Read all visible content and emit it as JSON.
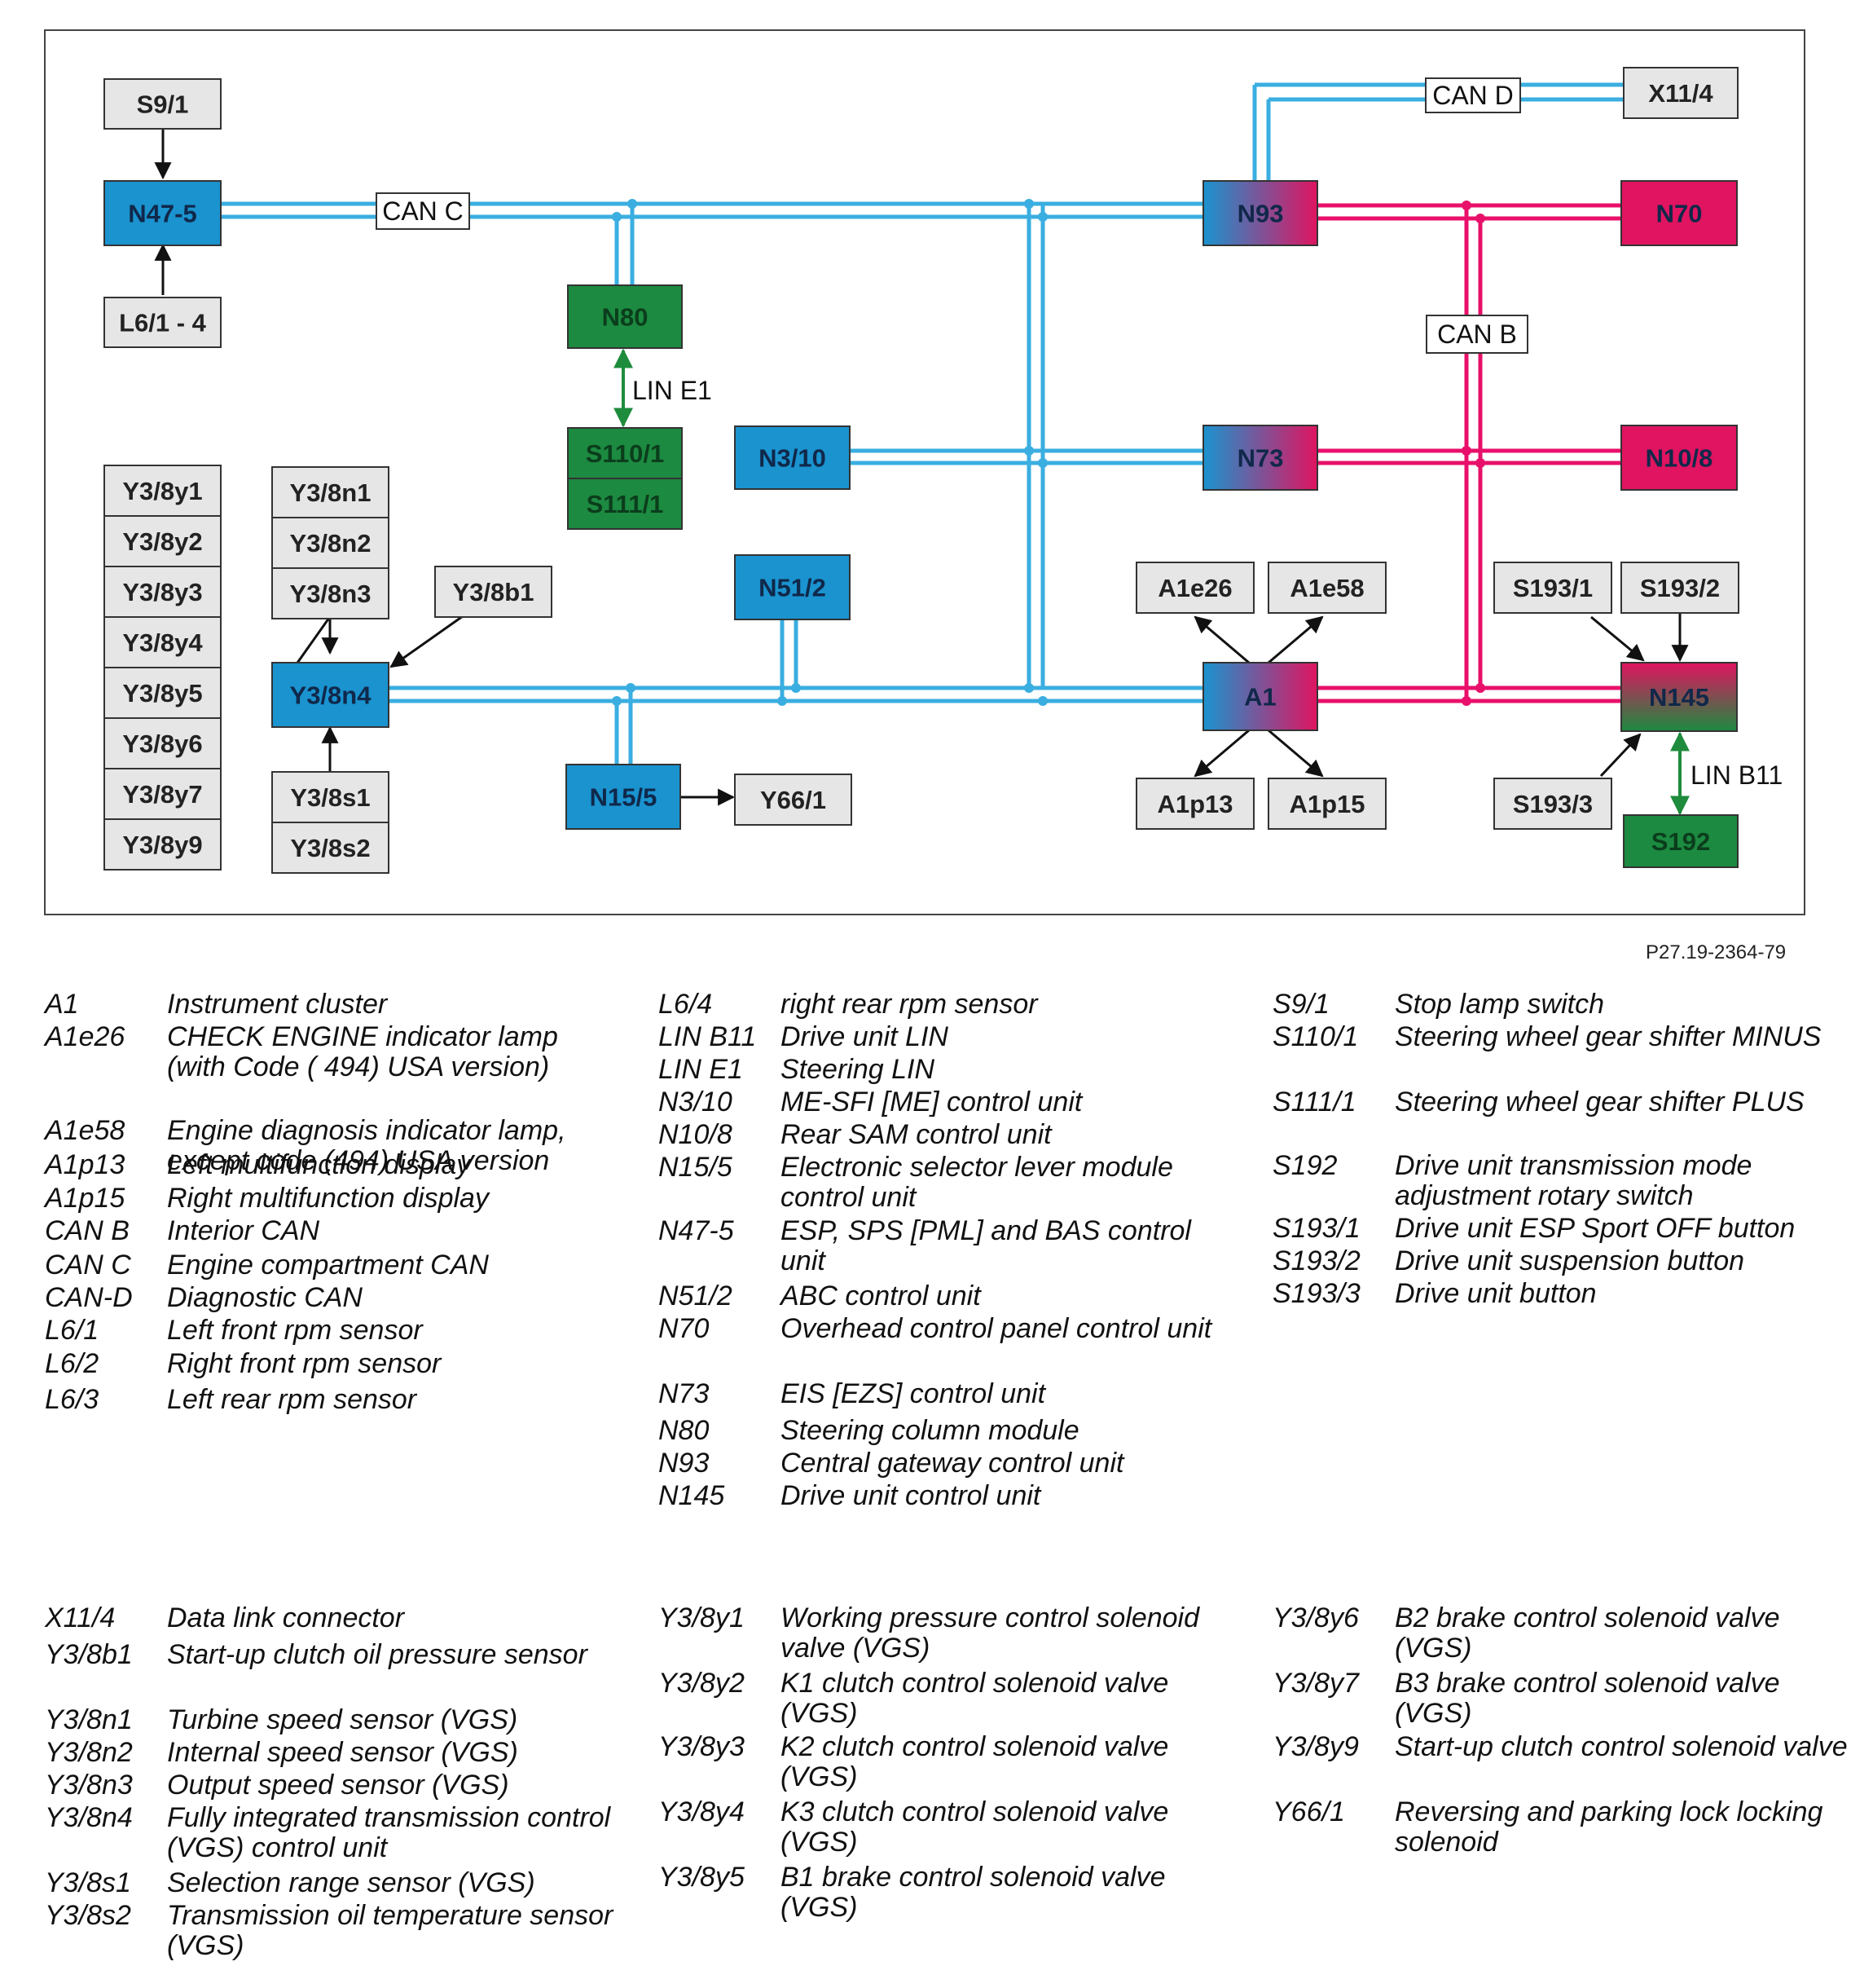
{
  "ref_code": "P27.19-2364-79",
  "colors": {
    "can_c_d": "#3aaee0",
    "can_b": "#e8106a",
    "lin": "#1e8c3c",
    "module_blue": "#1a93cf",
    "module_red": "#e01460",
    "module_green": "#1c8a40",
    "component_grey": "#e6e6e6"
  },
  "bus_labels": {
    "can_c": "CAN C",
    "can_d": "CAN D",
    "can_b": "CAN B",
    "lin_e1": "LIN E1",
    "lin_b11": "LIN B11"
  },
  "nodes": {
    "s9_1": "S9/1",
    "n47_5": "N47-5",
    "l6_1_4": "L6/1 - 4",
    "n80": "N80",
    "s110_1": "S110/1",
    "s111_1": "S111/1",
    "n3_10": "N3/10",
    "n51_2": "N51/2",
    "n15_5": "N15/5",
    "y66_1": "Y66/1",
    "n93": "N93",
    "x11_4": "X11/4",
    "n70": "N70",
    "n73": "N73",
    "n10_8": "N10/8",
    "a1": "A1",
    "a1e26": "A1e26",
    "a1e58": "A1e58",
    "a1p13": "A1p13",
    "a1p15": "A1p15",
    "s193_1": "S193/1",
    "s193_2": "S193/2",
    "s193_3": "S193/3",
    "n145": "N145",
    "s192": "S192",
    "y3_8n4": "Y3/8n4",
    "y3_8b1": "Y3/8b1",
    "y3_8n1": "Y3/8n1",
    "y3_8n2": "Y3/8n2",
    "y3_8n3": "Y3/8n3",
    "y3_8s1": "Y3/8s1",
    "y3_8s2": "Y3/8s2",
    "y3_8y1": "Y3/8y1",
    "y3_8y2": "Y3/8y2",
    "y3_8y3": "Y3/8y3",
    "y3_8y4": "Y3/8y4",
    "y3_8y5": "Y3/8y5",
    "y3_8y6": "Y3/8y6",
    "y3_8y7": "Y3/8y7",
    "y3_8y9": "Y3/8y9"
  },
  "legend": {
    "col1": [
      {
        "code": "A1",
        "desc": "Instrument cluster"
      },
      {
        "code": "A1e26",
        "desc": "CHECK ENGINE indicator lamp (with Code ( 494) USA version)"
      },
      {
        "code": "A1e58",
        "desc": "Engine diagnosis indicator lamp, except code (494) USA version"
      },
      {
        "code": "A1p13",
        "desc": "Left multifunction display"
      },
      {
        "code": "A1p15",
        "desc": "Right multifunction display"
      },
      {
        "code": "CAN B",
        "desc": "Interior CAN"
      },
      {
        "code": "CAN C",
        "desc": "Engine compartment CAN"
      },
      {
        "code": "CAN-D",
        "desc": "Diagnostic CAN"
      },
      {
        "code": "L6/1",
        "desc": "Left front rpm sensor"
      },
      {
        "code": "L6/2",
        "desc": "Right front rpm sensor"
      },
      {
        "code": "L6/3",
        "desc": "Left rear rpm sensor"
      }
    ],
    "col2": [
      {
        "code": "L6/4",
        "desc": "right rear rpm sensor"
      },
      {
        "code": "LIN B11",
        "desc": "Drive unit LIN"
      },
      {
        "code": "LIN E1",
        "desc": "Steering LIN"
      },
      {
        "code": "N3/10",
        "desc": "ME-SFI [ME] control unit"
      },
      {
        "code": "N10/8",
        "desc": "Rear SAM control unit"
      },
      {
        "code": "N15/5",
        "desc": "Electronic selector lever module control unit"
      },
      {
        "code": "N47-5",
        "desc": "ESP, SPS [PML] and BAS control unit"
      },
      {
        "code": "N51/2",
        "desc": "ABC control unit"
      },
      {
        "code": "N70",
        "desc": "Overhead control panel control unit"
      },
      {
        "code": "N73",
        "desc": "EIS [EZS] control unit"
      },
      {
        "code": "N80",
        "desc": "Steering column module"
      },
      {
        "code": "N93",
        "desc": "Central gateway control unit"
      },
      {
        "code": "N145",
        "desc": "Drive unit control unit"
      }
    ],
    "col3": [
      {
        "code": "S9/1",
        "desc": "Stop lamp switch"
      },
      {
        "code": "S110/1",
        "desc": "Steering wheel gear shifter MINUS"
      },
      {
        "code": "S111/1",
        "desc": "Steering wheel gear shifter PLUS"
      },
      {
        "code": "S192",
        "desc": "Drive unit transmission mode adjustment rotary switch"
      },
      {
        "code": "S193/1",
        "desc": "Drive unit ESP Sport OFF button"
      },
      {
        "code": "S193/2",
        "desc": "Drive unit suspension button"
      },
      {
        "code": "S193/3",
        "desc": "Drive unit button"
      }
    ],
    "col4": [
      {
        "code": "X11/4",
        "desc": "Data link connector"
      },
      {
        "code": "Y3/8b1",
        "desc": "Start-up clutch oil pressure sensor"
      },
      {
        "code": "Y3/8n1",
        "desc": "Turbine speed sensor (VGS)"
      },
      {
        "code": "Y3/8n2",
        "desc": "Internal speed sensor (VGS)"
      },
      {
        "code": "Y3/8n3",
        "desc": "Output speed sensor (VGS)"
      },
      {
        "code": "Y3/8n4",
        "desc": "Fully integrated transmission control (VGS) control unit"
      },
      {
        "code": "Y3/8s1",
        "desc": "Selection range sensor (VGS)"
      },
      {
        "code": "Y3/8s2",
        "desc": "Transmission oil temperature sensor (VGS)"
      }
    ],
    "col5": [
      {
        "code": "Y3/8y1",
        "desc": "Working pressure control solenoid valve (VGS)"
      },
      {
        "code": "Y3/8y2",
        "desc": "K1 clutch control solenoid valve (VGS)"
      },
      {
        "code": "Y3/8y3",
        "desc": "K2 clutch control solenoid valve (VGS)"
      },
      {
        "code": "Y3/8y4",
        "desc": "K3 clutch control solenoid valve (VGS)"
      },
      {
        "code": "Y3/8y5",
        "desc": "B1 brake control solenoid valve (VGS)"
      }
    ],
    "col6": [
      {
        "code": "Y3/8y6",
        "desc": "B2 brake control solenoid valve (VGS)"
      },
      {
        "code": "Y3/8y7",
        "desc": "B3 brake control solenoid valve (VGS)"
      },
      {
        "code": "Y3/8y9",
        "desc": "Start-up clutch control solenoid valve"
      },
      {
        "code": "Y66/1",
        "desc": "Reversing and parking lock locking solenoid"
      }
    ]
  }
}
